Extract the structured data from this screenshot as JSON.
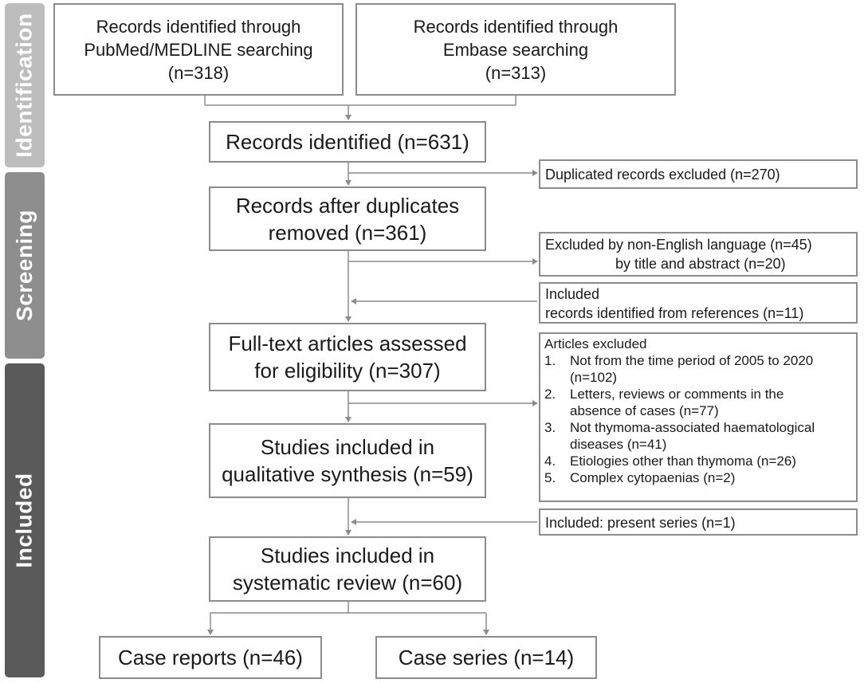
{
  "phases": {
    "identification": {
      "label": "Identification",
      "color": "#bdbdbd"
    },
    "screening": {
      "label": "Screening",
      "color": "#8e8e8e"
    },
    "included": {
      "label": "Included",
      "color": "#5a5a5a"
    }
  },
  "boxes": {
    "pubmed": {
      "line1": "Records identified through",
      "line2": "PubMed/MEDLINE searching",
      "line3": "(n=318)"
    },
    "embase": {
      "line1": "Records identified through",
      "line2": "Embase searching",
      "line3": "(n=313)"
    },
    "identified": {
      "line1": "Records identified (n=631)"
    },
    "after_duplicates": {
      "line1": "Records after duplicates",
      "line2": "removed (n=361)"
    },
    "fulltext": {
      "line1": "Full-text articles assessed",
      "line2": "for eligibility (n=307)"
    },
    "qualitative": {
      "line1": "Studies included in",
      "line2": "qualitative synthesis (n=59)"
    },
    "systematic": {
      "line1": "Studies included in",
      "line2": "systematic review (n=60)"
    },
    "case_reports": {
      "line1": "Case reports (n=46)"
    },
    "case_series": {
      "line1": "Case series (n=14)"
    }
  },
  "side_boxes": {
    "duplicates": {
      "line1": "Duplicated records excluded (n=270)"
    },
    "excluded_language": {
      "line1": "Excluded by non-English language (n=45)",
      "line2": "by title and abstract (n=20)"
    },
    "included_refs": {
      "line1": "Included",
      "line2": "records identified from references (n=11)"
    },
    "articles_excluded": {
      "title": "Articles excluded",
      "items": [
        {
          "num": "1.",
          "line1": "Not from the time period of 2005 to 2020",
          "line2": "(n=102)"
        },
        {
          "num": "2.",
          "line1": "Letters, reviews or comments in the",
          "line2": "absence of cases (n=77)"
        },
        {
          "num": "3.",
          "line1": "Not thymoma-associated haematological",
          "line2": "diseases (n=41)"
        },
        {
          "num": "4.",
          "line1": "Etiologies other than thymoma (n=26)"
        },
        {
          "num": "5.",
          "line1": "Complex cytopaenias (n=2)"
        }
      ]
    },
    "present_series": {
      "line1": "Included: present series (n=1)"
    }
  }
}
